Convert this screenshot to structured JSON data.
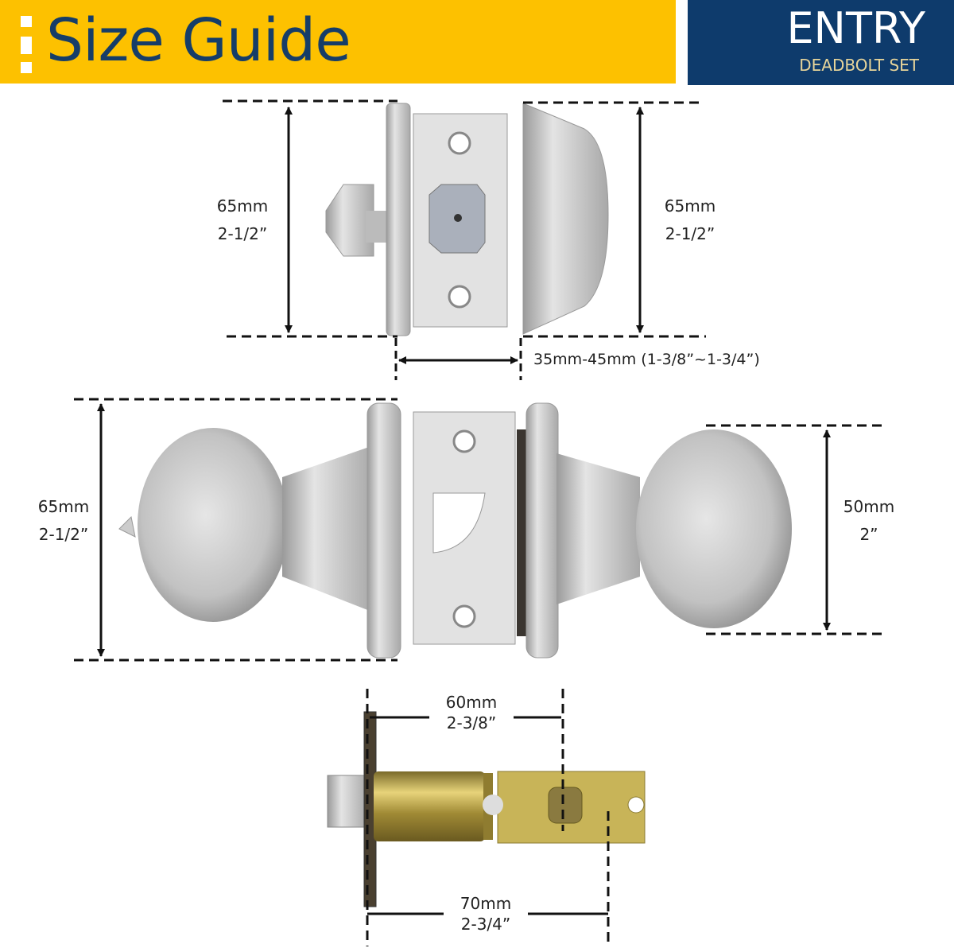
{
  "header": {
    "title": "Size Guide",
    "badge_title": "ENTRY",
    "badge_subtitle": "DEADBOLT SET"
  },
  "colors": {
    "header_yellow": "#fdc100",
    "header_navy": "#0e3b6c",
    "title_text": "#163d68",
    "metal": "#c9c9c9",
    "brass": "#b8a040"
  },
  "deadbolt": {
    "left_height": {
      "mm": "65mm",
      "in": "2-1/2”"
    },
    "right_height": {
      "mm": "65mm",
      "in": "2-1/2”"
    },
    "door_thickness": "35mm-45mm (1-3/8”~1-3/4”)"
  },
  "knob": {
    "rose_height": {
      "mm": "65mm",
      "in": "2-1/2”"
    },
    "knob_diameter": {
      "mm": "50mm",
      "in": "2”"
    }
  },
  "latch": {
    "backset_short": {
      "mm": "60mm",
      "in": "2-3/8”"
    },
    "backset_long": {
      "mm": "70mm",
      "in": "2-3/4”"
    }
  }
}
